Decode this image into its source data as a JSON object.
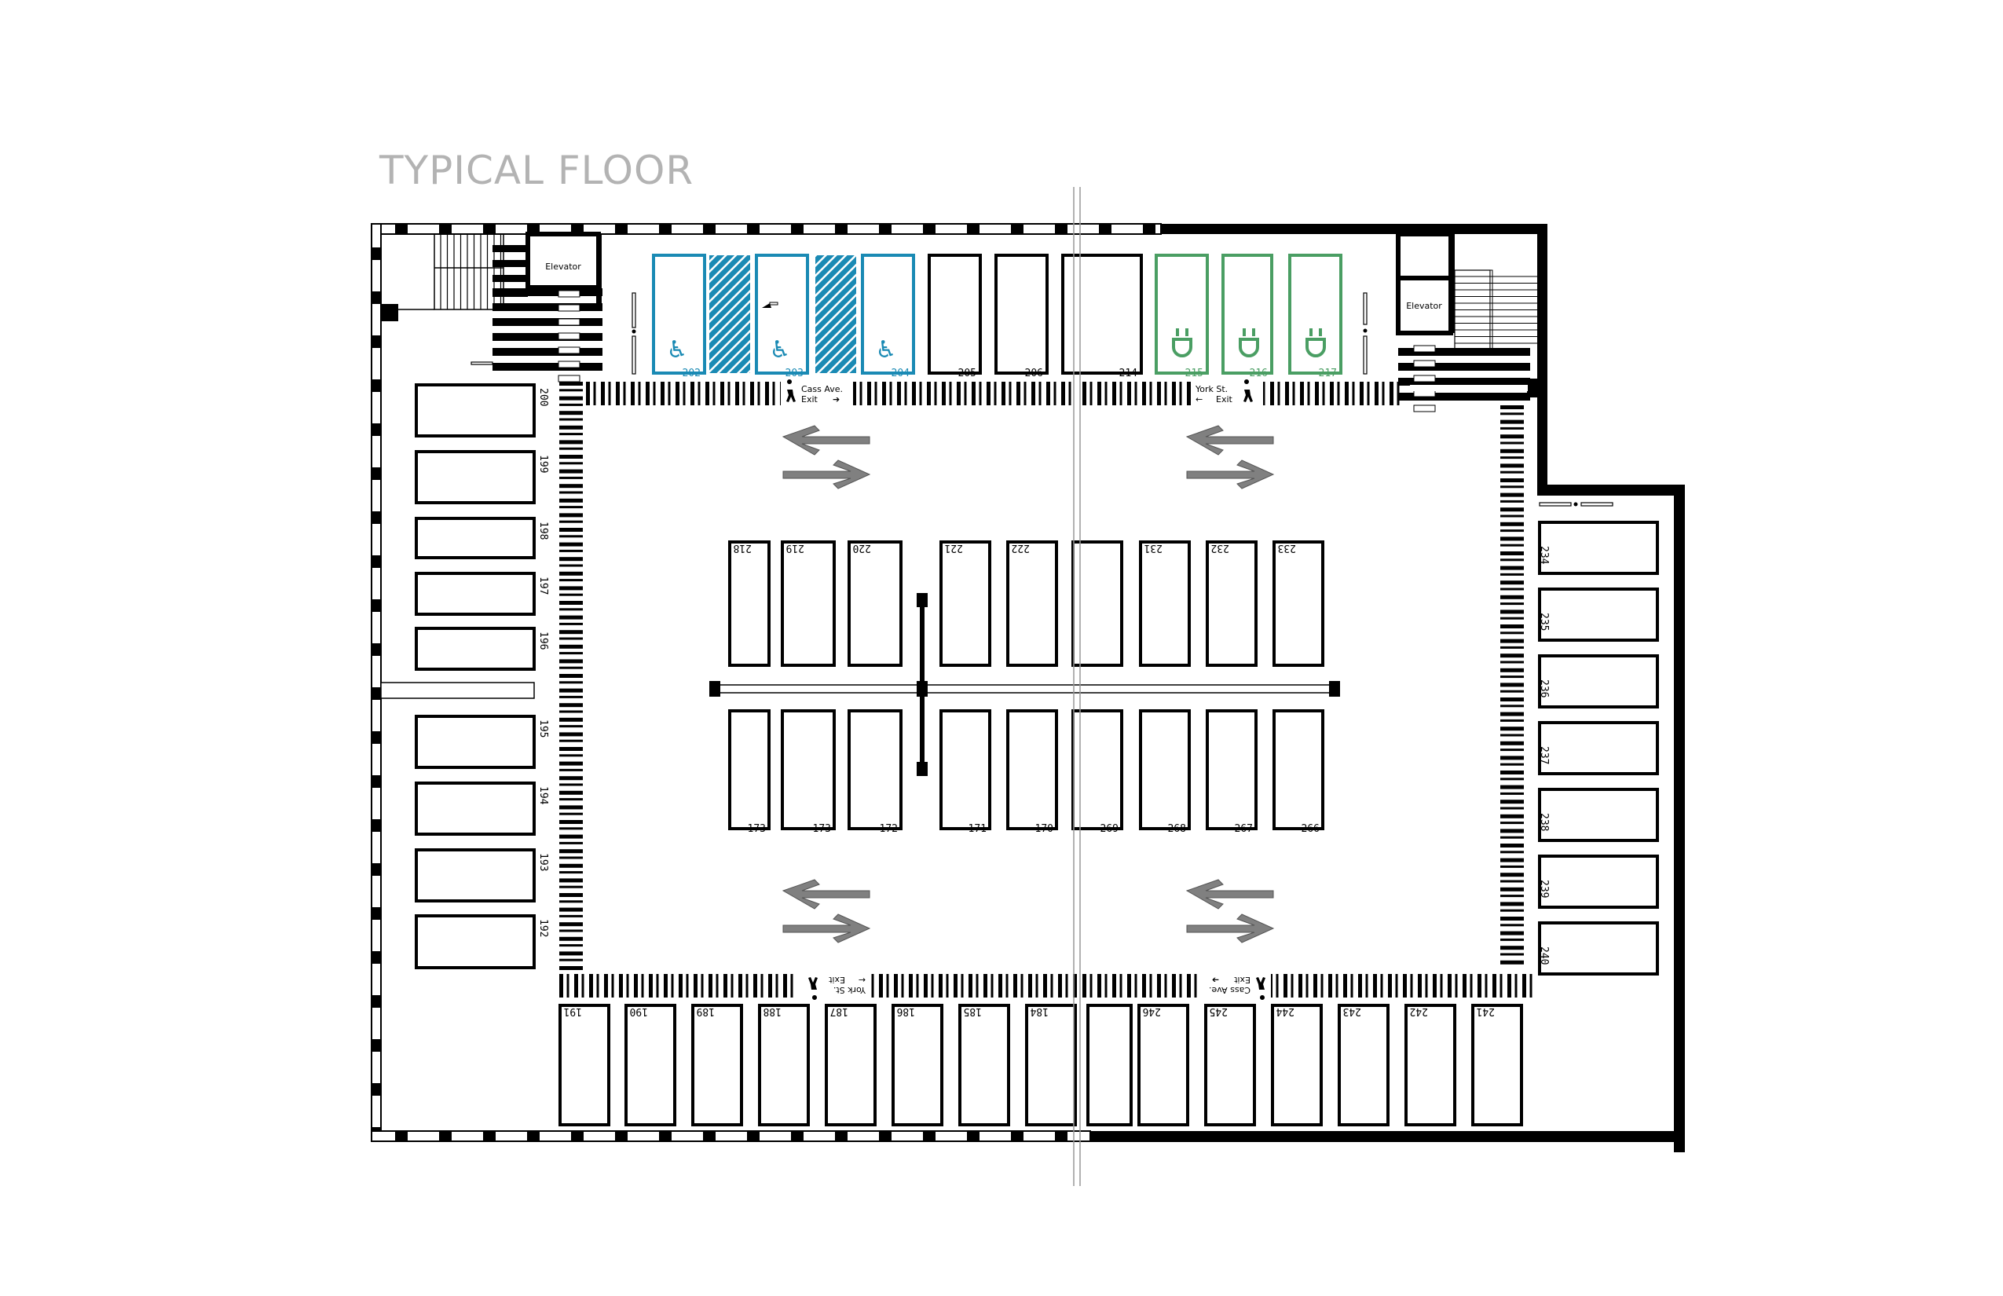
{
  "title": "TYPICAL FLOOR",
  "colors": {
    "accessible": "#1a8ab4",
    "ev": "#4a9e63",
    "arrow": "#808080",
    "title": "#b3b3b3",
    "gridline": "#999999"
  },
  "elevators": [
    {
      "label": "Elevator",
      "location": "top-left"
    },
    {
      "label": "Elevator",
      "location": "top-right"
    }
  ],
  "exits": [
    {
      "line1": "Cass Ave.",
      "line2": "Exit",
      "arrow": "right",
      "location": "top-left-aisle"
    },
    {
      "line1": "York St.",
      "line2": "Exit",
      "arrow": "left",
      "location": "top-right-aisle"
    },
    {
      "line1": "York St.",
      "line2": "Exit",
      "arrow": "left",
      "location": "bottom-left-aisle",
      "rotated": true
    },
    {
      "line1": "Cass Ave.",
      "line2": "Exit",
      "arrow": "right",
      "location": "bottom-right-aisle",
      "rotated": true
    }
  ],
  "top_row": [
    {
      "number": "202",
      "type": "accessible",
      "icon": "wheelchair-icon"
    },
    {
      "number": "",
      "type": "hatch"
    },
    {
      "number": "203",
      "type": "accessible",
      "icon": "wheelchair-icon"
    },
    {
      "number": "",
      "type": "hatch"
    },
    {
      "number": "204",
      "type": "accessible",
      "icon": "wheelchair-icon"
    },
    {
      "number": "205",
      "type": "standard"
    },
    {
      "number": "206",
      "type": "standard"
    },
    {
      "number": "214",
      "type": "standard"
    },
    {
      "number": "215",
      "type": "ev",
      "icon": "ev-plug-icon"
    },
    {
      "number": "216",
      "type": "ev",
      "icon": "ev-plug-icon"
    },
    {
      "number": "217",
      "type": "ev",
      "icon": "ev-plug-icon"
    }
  ],
  "left_column": [
    "200",
    "199",
    "198",
    "197",
    "196",
    "195",
    "194",
    "193",
    "192"
  ],
  "right_column": [
    "234",
    "235",
    "236",
    "237",
    "238",
    "239",
    "240"
  ],
  "center_upper": [
    "218",
    "219",
    "220",
    "221",
    "222",
    "",
    "231",
    "232",
    "233"
  ],
  "center_lower": [
    "173",
    "173",
    "172",
    "171",
    "170",
    "269",
    "268",
    "267",
    "266"
  ],
  "bottom_row": [
    "191",
    "190",
    "189",
    "188",
    "187",
    "186",
    "185",
    "184",
    "",
    "246",
    "245",
    "244",
    "243",
    "242",
    "241"
  ],
  "traffic_arrows": [
    {
      "location": "upper-left",
      "icon": "two-way-arrow-icon"
    },
    {
      "location": "upper-right",
      "icon": "two-way-arrow-icon"
    },
    {
      "location": "lower-left",
      "icon": "two-way-arrow-icon"
    },
    {
      "location": "lower-right",
      "icon": "two-way-arrow-icon"
    }
  ]
}
